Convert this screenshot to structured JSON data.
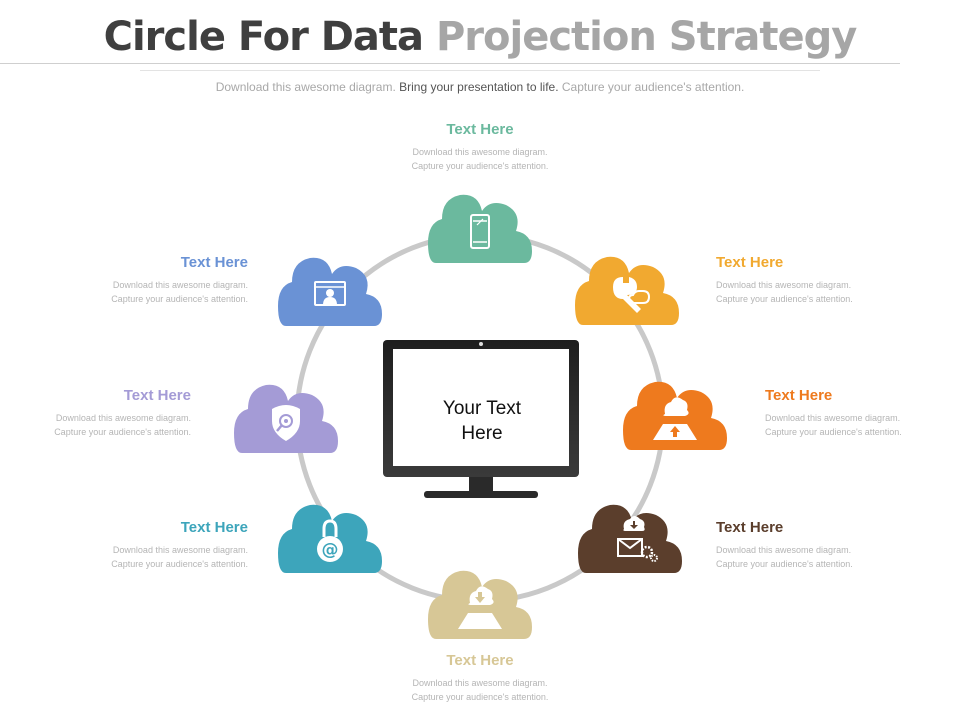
{
  "header": {
    "title_dark": "Circle For Data",
    "title_light": "Projection Strategy",
    "subtitle_start": "Download this awesome diagram.",
    "subtitle_bold": "Bring your presentation to life.",
    "subtitle_end": "Capture your audience's attention."
  },
  "center": {
    "line1": "Your Text",
    "line2": "Here"
  },
  "ring_color": "#c9c9c9",
  "nodes": [
    {
      "id": "top",
      "title": "Text Here",
      "color": "#6bb99e",
      "icon": "mobile-phone-icon",
      "desc1": "Download this awesome diagram.",
      "desc2": "Capture your audience's attention."
    },
    {
      "id": "upper-right",
      "title": "Text Here",
      "color": "#f1a930",
      "icon": "wrench-icon",
      "desc1": "Download this awesome diagram.",
      "desc2": "Capture your audience's attention."
    },
    {
      "id": "right",
      "title": "Text Here",
      "color": "#ee7a1e",
      "icon": "cloud-upload-icon",
      "desc1": "Download this awesome diagram.",
      "desc2": "Capture your audience's attention."
    },
    {
      "id": "lower-right",
      "title": "Text Here",
      "color": "#5b3e2c",
      "icon": "mail-settings-icon",
      "desc1": "Download this awesome diagram.",
      "desc2": "Capture your audience's attention."
    },
    {
      "id": "bottom",
      "title": "Text Here",
      "color": "#d7c796",
      "icon": "cloud-download-icon",
      "desc1": "Download this awesome diagram.",
      "desc2": "Capture your audience's attention."
    },
    {
      "id": "lower-left",
      "title": "Text Here",
      "color": "#3da5bb",
      "icon": "at-lock-icon",
      "desc1": "Download this awesome diagram.",
      "desc2": "Capture your audience's attention."
    },
    {
      "id": "left",
      "title": "Text Here",
      "color": "#a49bd6",
      "icon": "shield-search-icon",
      "desc1": "Download this awesome diagram.",
      "desc2": "Capture your audience's attention."
    },
    {
      "id": "upper-left",
      "title": "Text Here",
      "color": "#6a92d5",
      "icon": "user-screen-icon",
      "desc1": "Download this awesome diagram.",
      "desc2": "Capture your audience's attention."
    }
  ]
}
